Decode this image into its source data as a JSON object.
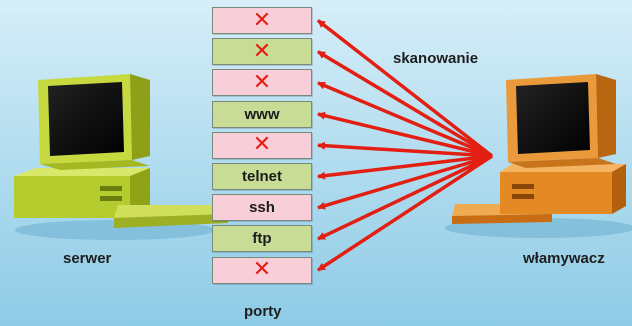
{
  "labels": {
    "server": "serwer",
    "attacker": "włamywacz",
    "ports": "porty",
    "scanning": "skanowanie"
  },
  "ports": [
    {
      "state": "closed",
      "color": "pink",
      "text": "✕"
    },
    {
      "state": "closed",
      "color": "green",
      "text": "✕"
    },
    {
      "state": "closed",
      "color": "pink",
      "text": "✕"
    },
    {
      "state": "open",
      "color": "green",
      "text": "www"
    },
    {
      "state": "closed",
      "color": "pink",
      "text": "✕"
    },
    {
      "state": "open",
      "color": "green",
      "text": "telnet"
    },
    {
      "state": "open",
      "color": "pink",
      "text": "ssh"
    },
    {
      "state": "open",
      "color": "green",
      "text": "ftp"
    },
    {
      "state": "closed",
      "color": "pink",
      "text": "✕"
    }
  ],
  "colors": {
    "arrow": "#e21f12",
    "server_body": "#b9cf35",
    "attacker_body": "#e8902a",
    "pink_box": "#f8cfd9",
    "green_box": "#c8dc96"
  }
}
